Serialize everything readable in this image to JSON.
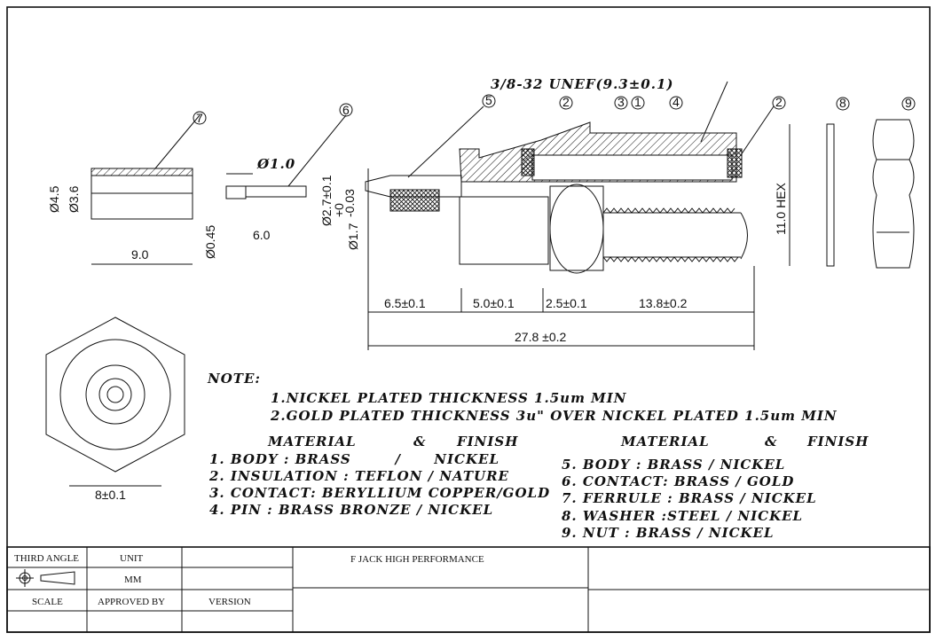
{
  "title_block": {
    "third_angle": "THIRD ANGLE",
    "unit_label": "UNIT",
    "unit_value": "MM",
    "scale": "SCALE",
    "approved_by": "APPROVED BY",
    "version": "VERSION",
    "title": "F JACK HIGH PERFORMANCE"
  },
  "dimensions": {
    "thread": "3/8-32 UNEF(9.3±0.1)",
    "pin_dia": "Ø1.0",
    "d45": "Ø4.5",
    "d36": "Ø3.6",
    "len9": "9.0",
    "len6": "6.0",
    "d045": "Ø0.45",
    "d27": "Ø2.7±0.1",
    "d17": "Ø1.7",
    "tol_plus": "+0",
    "tol_minus": "-0.03",
    "hex": "11.0 HEX",
    "a": "6.5±0.1",
    "b": "5.0±0.1",
    "c": "2.5±0.1",
    "d": "13.8±0.2",
    "total": "27.8 ±0.2",
    "hex_w": "8±0.1"
  },
  "callouts": [
    "1",
    "2",
    "3",
    "4",
    "5",
    "6",
    "7",
    "8",
    "9",
    "2"
  ],
  "note": {
    "heading": "NOTE:",
    "lines": [
      "1.NICKEL PLATED THICKNESS 1.5um MIN",
      "2.GOLD PLATED THICKNESS 3u\" OVER NICKEL PLATED 1.5um MIN"
    ]
  },
  "materials_left": {
    "header": [
      "MATERIAL",
      "&",
      "FINISH"
    ],
    "items": [
      "1. BODY : BRASS        /      NICKEL",
      "2. INSULATION : TEFLON / NATURE",
      "3. CONTACT: BERYLLIUM COPPER/GOLD",
      "4. PIN : BRASS BRONZE / NICKEL"
    ]
  },
  "materials_right": {
    "header": [
      "MATERIAL",
      "&",
      "FINISH"
    ],
    "items": [
      "5. BODY : BRASS / NICKEL",
      "6. CONTACT: BRASS / GOLD",
      "7. FERRULE : BRASS / NICKEL",
      "8. WASHER :STEEL / NICKEL",
      "9. NUT : BRASS / NICKEL"
    ]
  }
}
